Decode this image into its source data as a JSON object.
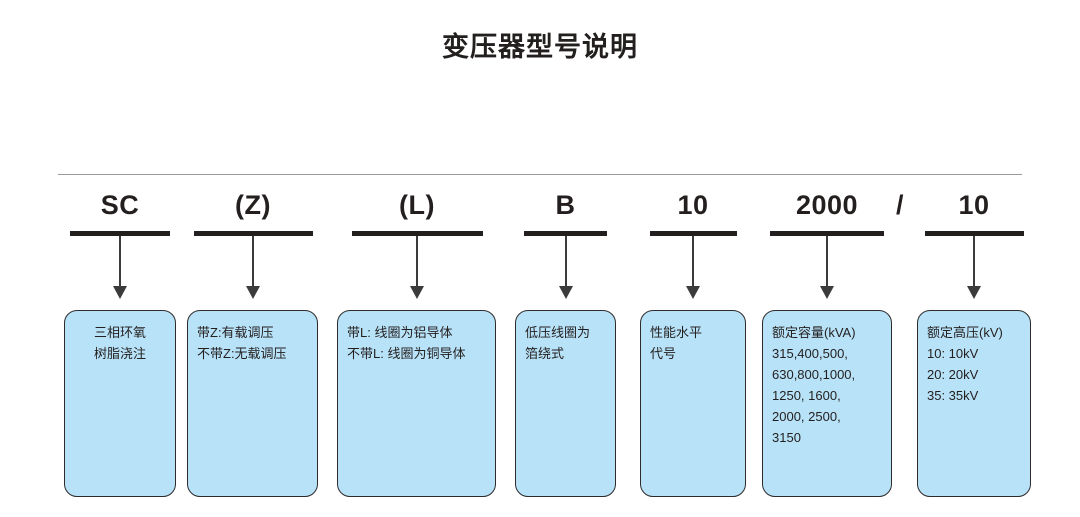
{
  "title": "变压器型号说明",
  "separator_symbol": "/",
  "colors": {
    "box_fill": "#b8e2f8",
    "box_border": "#2e2b2a",
    "text": "#231f1e",
    "rule": "#9c9a9a",
    "arrow": "#3b3b3b"
  },
  "segments": [
    {
      "code": "SC",
      "description": "三相环氧\n树脂浇注",
      "align": "center"
    },
    {
      "code": "(Z)",
      "description": "带Z:有载调压\n不带Z:无载调压",
      "align": "left"
    },
    {
      "code": "(L)",
      "description": "带L: 线圈为铝导体\n不带L: 线圈为铜导体",
      "align": "left"
    },
    {
      "code": "B",
      "description": "低压线圈为\n箔绕式",
      "align": "left"
    },
    {
      "code": "10",
      "description": "性能水平\n代号",
      "align": "left"
    },
    {
      "code": "2000",
      "description": "额定容量(kVA)\n315,400,500,\n630,800,1000,\n1250, 1600,\n2000, 2500,\n3150",
      "align": "left"
    },
    {
      "code": "10",
      "description": "额定高压(kV)\n10: 10kV\n20: 20kV\n35: 35kV",
      "align": "left"
    }
  ]
}
